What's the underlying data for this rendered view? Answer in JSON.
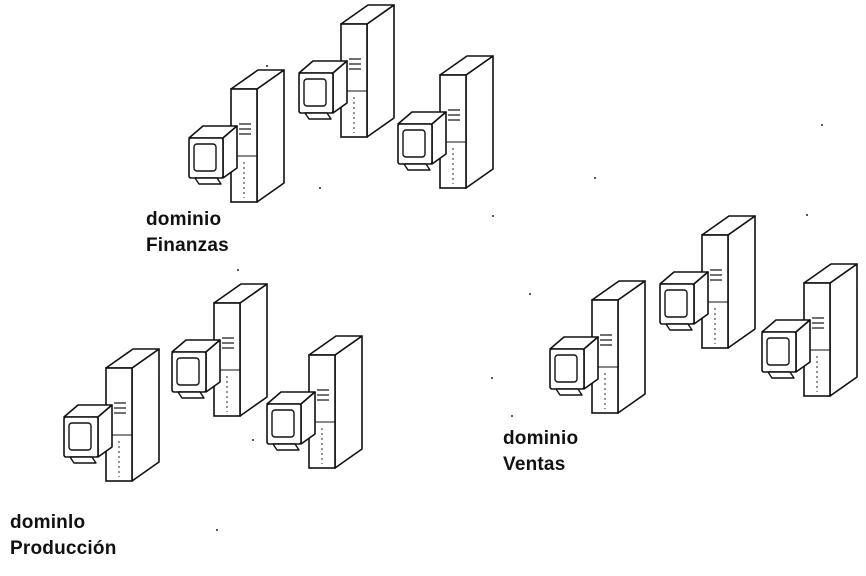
{
  "domains": [
    {
      "id": "finanzas",
      "line1": "dominio",
      "line2": "Finanzas",
      "computers": 3
    },
    {
      "id": "ventas",
      "line1": "dominio",
      "line2": "Ventas",
      "computers": 3
    },
    {
      "id": "produccion",
      "line1": "dominlo",
      "line2": "Producción",
      "computers": 3
    }
  ],
  "icon": "desktop-computer-icon",
  "colors": {
    "line": "#111111",
    "background": "#ffffff"
  }
}
